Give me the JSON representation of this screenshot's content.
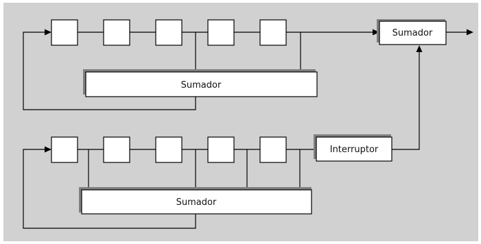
{
  "diagram": {
    "top_adder_label": "Sumador",
    "final_adder_label": "Sumador",
    "bottom_adder_label": "Sumador",
    "switch_label": "Interruptor"
  },
  "colors": {
    "background": "#d1d1d1",
    "box_fill": "#ffffff",
    "line": "#000000",
    "shadow": "#7f7f7f"
  }
}
